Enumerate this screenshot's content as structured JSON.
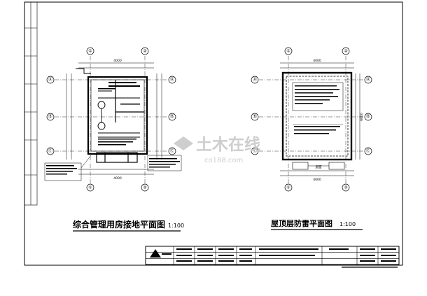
{
  "left_plan": {
    "title": "综合管理用房接地平面图",
    "scale": "1:100",
    "axes_top": [
      "①",
      "②"
    ],
    "axes_bottom": [
      "①",
      "②"
    ],
    "axes_left": [
      "Ⓐ",
      "Ⓑ",
      "Ⓒ"
    ],
    "axes_right": [
      "Ⓐ",
      "Ⓑ",
      "Ⓒ"
    ],
    "dim_top": "4000",
    "dim_bottom": "4000"
  },
  "right_plan": {
    "title": "屋顶层防雷平面图",
    "scale": "1:100",
    "axes_top": [
      "①",
      "②"
    ],
    "axes_bottom": [
      "①",
      "②"
    ],
    "axes_left": [
      "Ⓐ",
      "Ⓑ",
      "Ⓒ"
    ],
    "axes_right": [
      "Ⓐ",
      "Ⓑ",
      "Ⓒ"
    ],
    "dim_top": "4000",
    "dim_bottom": "4000",
    "dim_right": "6000",
    "bottom_label": "屋面"
  },
  "watermark": {
    "cn": "土木在线",
    "en": "co188.com"
  },
  "colors": {
    "line": "#000000",
    "watermark": "#c9c9c9"
  }
}
